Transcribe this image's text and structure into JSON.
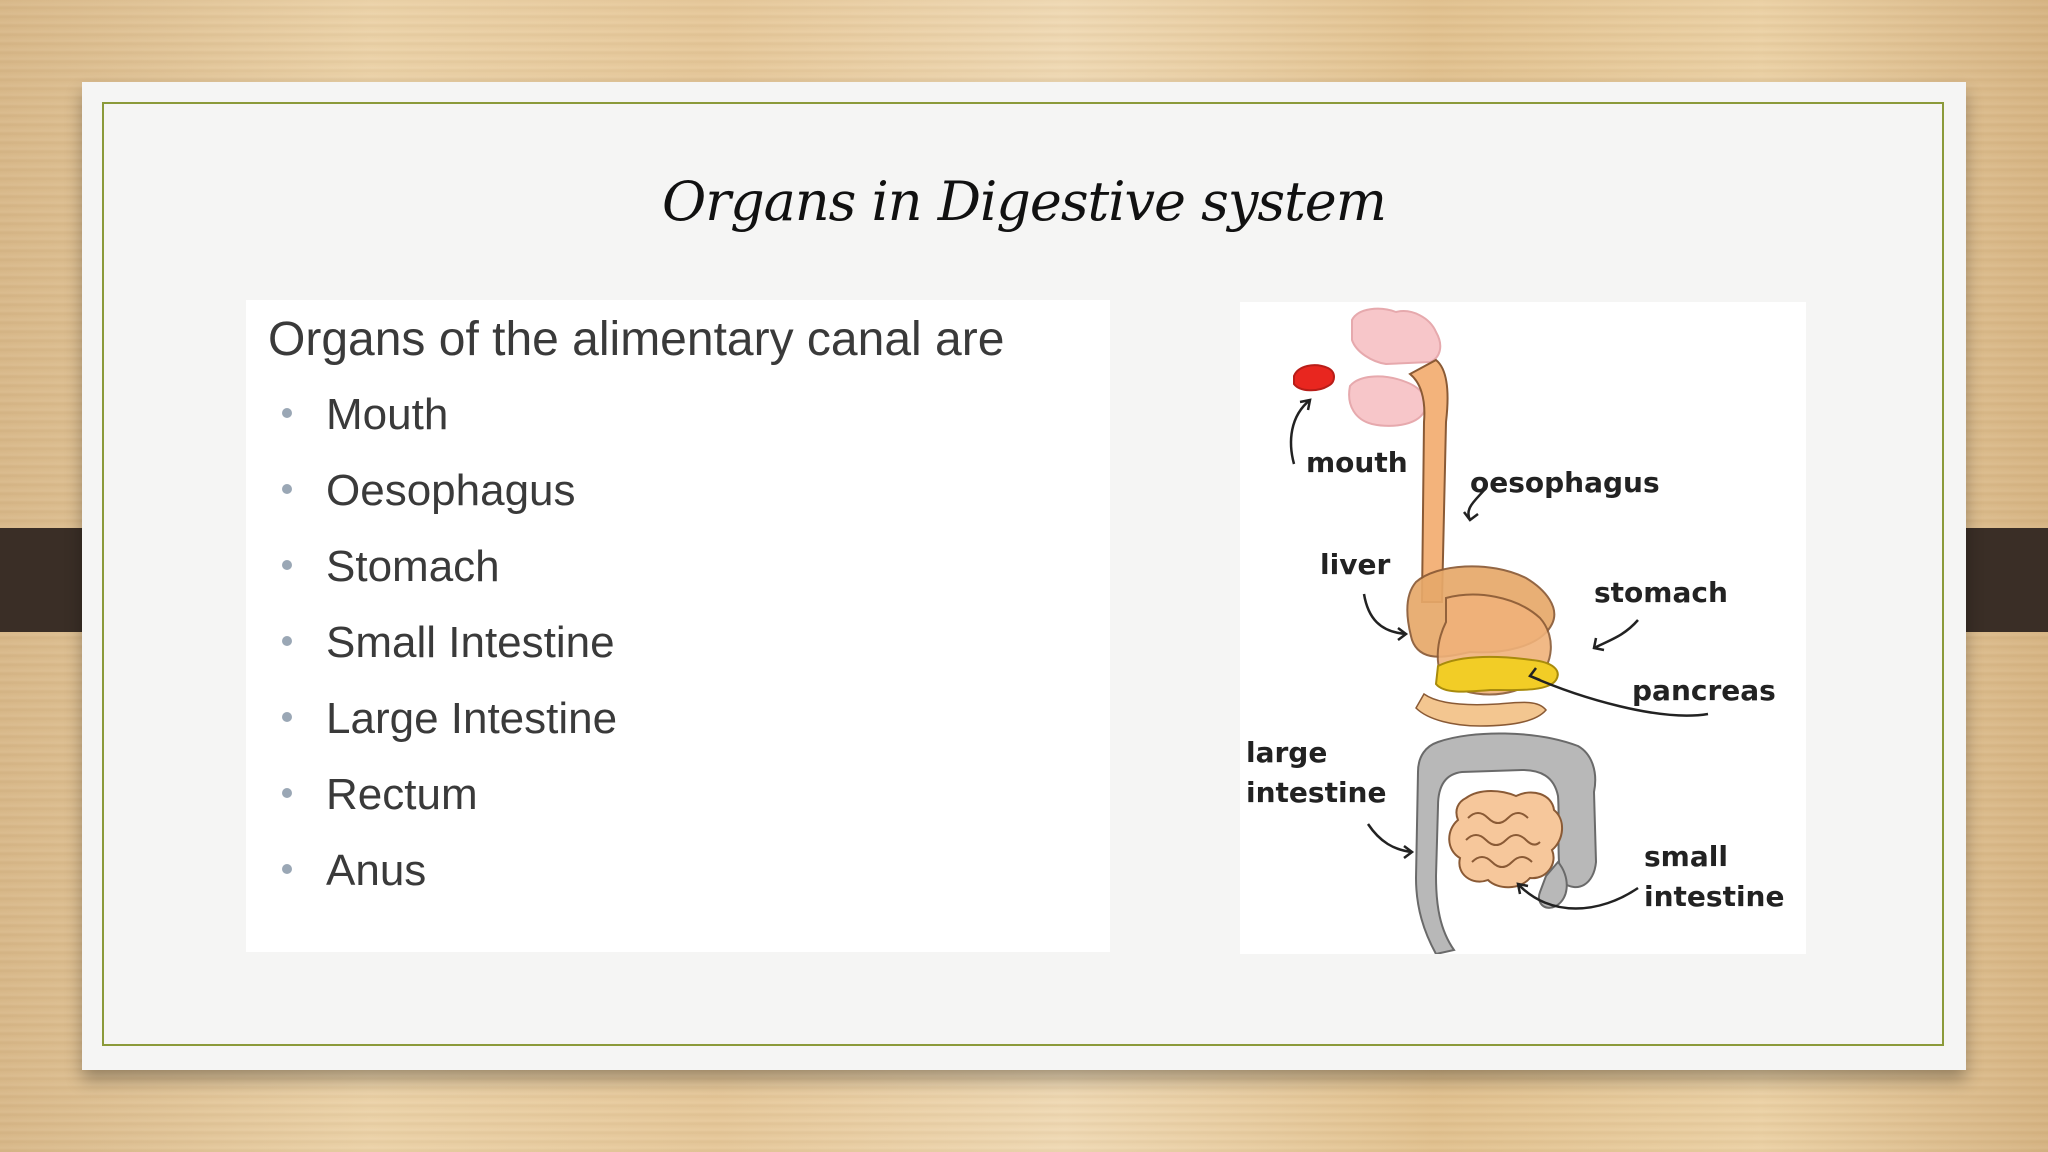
{
  "slide": {
    "title": "Organs in Digestive system",
    "heading": "Organs of the alimentary canal are",
    "organs": [
      "Mouth",
      "Oesophagus",
      "Stomach",
      "Small Intestine",
      "Large Intestine",
      "Rectum",
      "Anus"
    ]
  },
  "diagram": {
    "labels": {
      "mouth": "mouth",
      "oesophagus": "oesophagus",
      "liver": "liver",
      "stomach": "stomach",
      "pancreas": "pancreas",
      "large": "large",
      "intestine_large": "intestine",
      "small": "small",
      "intestine_small": "intestine"
    }
  },
  "colors": {
    "frame_border": "#8b9a3a",
    "tab": "#3a2e26",
    "text": "#3a3a3a",
    "bullet": "#9aa7b5"
  }
}
